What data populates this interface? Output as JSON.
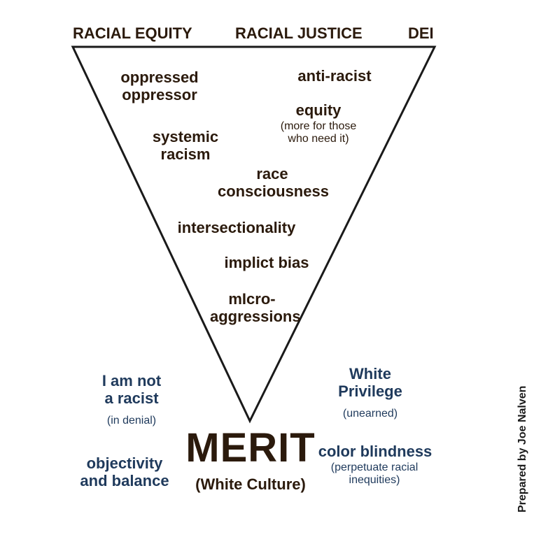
{
  "header": {
    "left": "RACIAL EQUITY",
    "center": "RACIAL JUSTICE",
    "right": "DEI"
  },
  "triangle_terms": {
    "oppressed": [
      "oppressed",
      "oppressor"
    ],
    "anti_racist": "anti-racist",
    "equity": "equity",
    "equity_note": [
      "(more for those",
      "who need it)"
    ],
    "systemic": [
      "systemic",
      "racism"
    ],
    "race_consciousness": [
      "race",
      "consciousness"
    ],
    "intersectionality": "intersectionality",
    "implicit_bias": "implict bias",
    "microaggressions": [
      "mIcro-",
      "aggressions"
    ]
  },
  "outside_terms": {
    "not_racist": [
      "I am not",
      "a racist"
    ],
    "not_racist_note": "(in denial)",
    "white_privilege": [
      "White",
      "Privilege"
    ],
    "white_privilege_note": "(unearned)",
    "objectivity": [
      "objectivity",
      "and balance"
    ],
    "color_blindness": "color blindness",
    "color_blindness_note": [
      "(perpetuate racial",
      "inequities)"
    ]
  },
  "base": {
    "merit": "MERIT",
    "merit_note": "(White Culture)"
  },
  "credit": "Prepared by Joe Nalven",
  "colors": {
    "triangle_stroke": "#1a1a1a",
    "dark_text": "#2b1a0c",
    "blue_text": "#1f3a5c"
  }
}
